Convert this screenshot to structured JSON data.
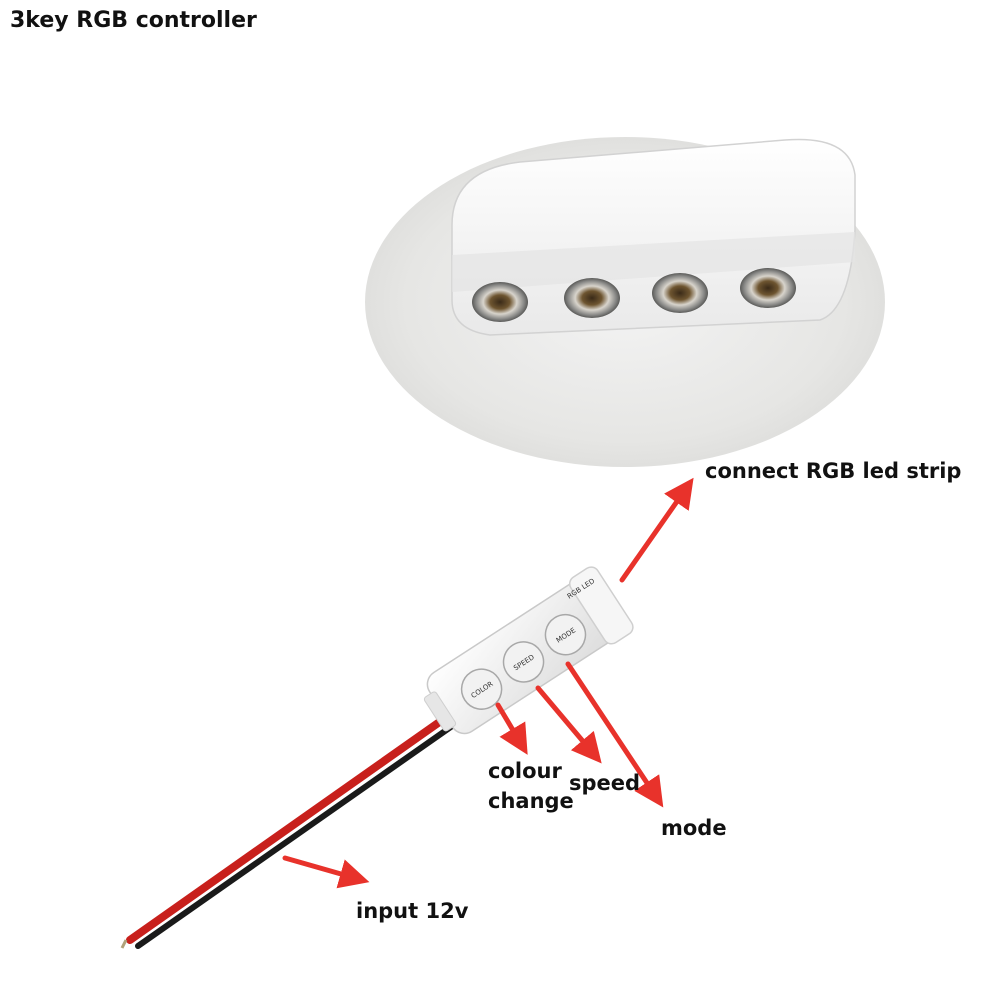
{
  "title": "3key RGB controller",
  "labels": {
    "connect": "connect RGB led strip",
    "colour_line1": "colour",
    "colour_line2": "change",
    "speed": "speed",
    "mode": "mode",
    "input": "input 12v"
  },
  "device": {
    "brand": "RGB LED",
    "button_color": "COLOR",
    "button_speed": "SPEED",
    "button_mode": "MODE"
  },
  "colors": {
    "arrow": "#e8322b",
    "connector_body": "#ececec",
    "wire_red": "#c8201c",
    "wire_black": "#1a1a1a"
  }
}
